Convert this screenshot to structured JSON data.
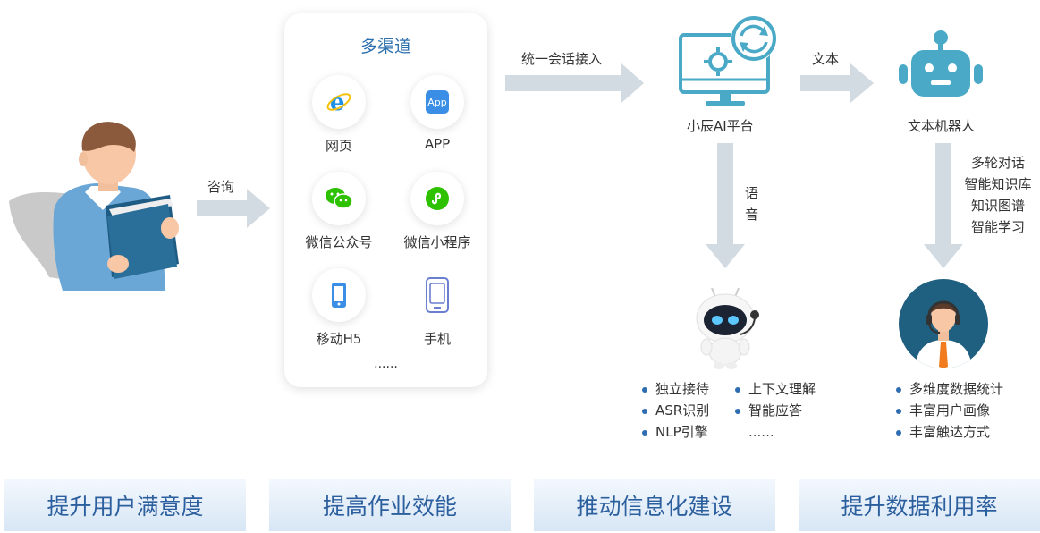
{
  "flow": {
    "consult": "咨询",
    "unified_access": "统一会话接入",
    "text": "文本",
    "voice": [
      "语",
      "音"
    ]
  },
  "channels": {
    "title": "多渠道",
    "items": [
      {
        "label": "网页",
        "icon": "ie-icon"
      },
      {
        "label": "APP",
        "icon": "app-icon",
        "icon_text": "App"
      },
      {
        "label": "微信公众号",
        "icon": "wechat-icon"
      },
      {
        "label": "微信小程序",
        "icon": "mini-program-icon"
      },
      {
        "label": "移动H5",
        "icon": "mobile-icon"
      },
      {
        "label": "手机",
        "icon": "phone-icon"
      }
    ],
    "more": "......"
  },
  "platform": {
    "label": "小辰AI平台",
    "icon": "monitor-gear-icon"
  },
  "text_robot": {
    "label": "文本机器人",
    "features": [
      "多轮对话",
      "智能知识库",
      "知识图谱",
      "智能学习"
    ]
  },
  "voice_robot": {
    "col1": [
      "独立接待",
      "ASR识别",
      "NLP引擎"
    ],
    "col2": [
      "上下文理解",
      "智能应答",
      "......"
    ]
  },
  "agent": {
    "features": [
      "多维度数据统计",
      "丰富用户画像",
      "丰富触达方式"
    ]
  },
  "benefits": [
    "提升用户满意度",
    "提高作业效能",
    "推动信息化建设",
    "提升数据利用率"
  ],
  "colors": {
    "accent": "#2e6fae",
    "arrow": "#d2dae2",
    "teal": "#4aa9c6",
    "bullet": "#2f6db3"
  }
}
